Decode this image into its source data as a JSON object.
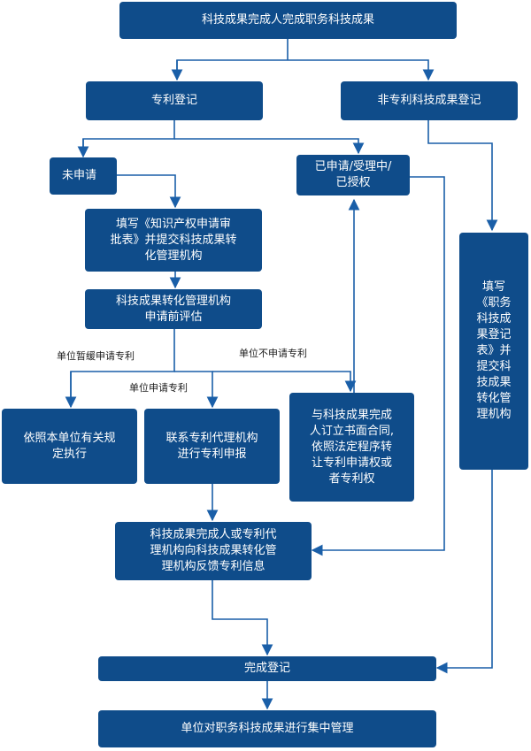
{
  "nodes": {
    "top": "科技成果完成人完成职务科技成果",
    "patent": "专利登记",
    "non_patent": "非专利科技成果登记",
    "not_applied": "未申请",
    "applied": "已申请/受理中/\n已授权",
    "fill_form": "填写《知识产权申请审\n批表》并提交科技成果转\n化管理机构",
    "eval": "科技成果转化管理机构\n申请前评估",
    "unit_rule": "依照本单位有关规\n定执行",
    "agency": "联系专利代理机构\n进行专利申报",
    "contract": "与科技成果完成\n人订立书面合同,\n依照法定程序转\n让专利申请权或\n者专利权",
    "fill_form2": "填写\n《职务\n科技成\n果登记\n表》并\n提交科\n技成果\n转化管\n理机构",
    "feedback": "科技成果完成人或专利代\n理机构向科技成果转化管\n理机构反馈专利信息",
    "complete": "完成登记",
    "manage": "单位对职务科技成果进行集中管理"
  },
  "edge_labels": {
    "postpone": "单位暂缓申请专利",
    "apply": "单位申请专利",
    "no_apply": "单位不申请专利"
  },
  "colors": {
    "node_fill": "#0f4c8a",
    "line": "#1a5fa8"
  }
}
